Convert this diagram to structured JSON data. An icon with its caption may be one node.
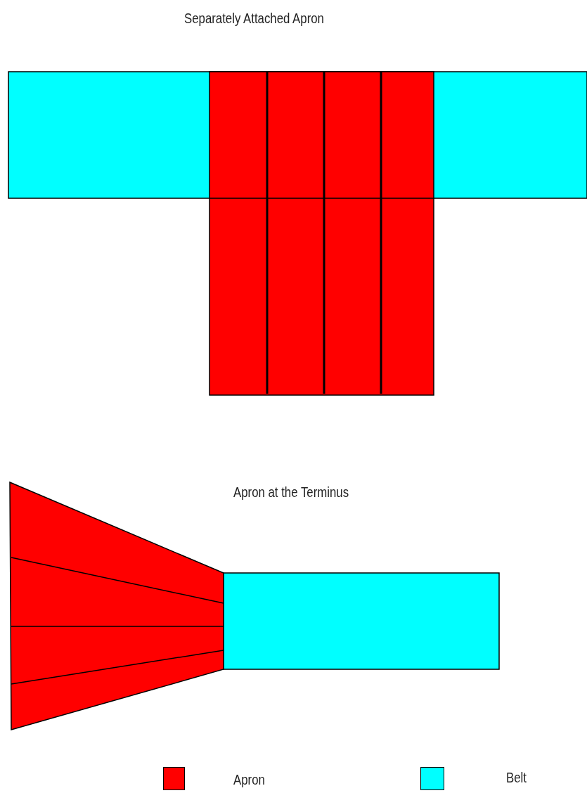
{
  "diagram": {
    "labels": [
      "Separately Attached Apron",
      "Apron at the Terminus"
    ],
    "legend": [
      {
        "text": "Apron",
        "color": "#ff0000"
      },
      {
        "text": "Belt",
        "color": "#00ffff"
      }
    ]
  }
}
